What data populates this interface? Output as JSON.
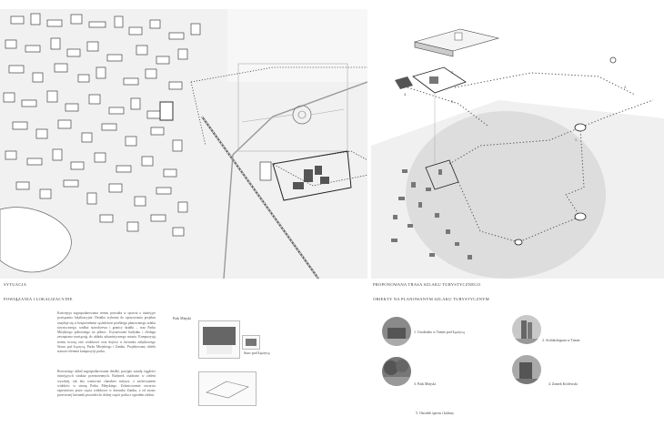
{
  "left_map": {
    "caption": "SYTUACJA"
  },
  "right_map": {
    "caption": "PROPONOWANA TRASA SZLAKU TURYSTYCZNEGO",
    "labels": [
      "1.",
      "2.",
      "3.",
      "4.",
      "5."
    ]
  },
  "connections": {
    "heading": "POWIĄZANIA I LOKALIZACYJNE",
    "paragraph1": "Koncepcja zagospodarowania terenu powstała w oparciu o istniejące powiązania lokalizacyjne. Działka wybrana do opracowania projektu znajduje się w bezpośrednim sąsiedztwie przebiegu planowanego szlaku turystycznego, wzdłuż starodrzewu i granicy działki – oraz Parku Miejskiego położonego na północ. Usytuowanie budynku i obsługa zewnętrzna nawiązują do układu urbanistycznego miasta. Kompozycję terenu tworzą osie widokowe oraz dojścia w kierunku zabytkowego Stawu pod Łęczycą, Parku Miejskiego i Zamku. Projektowany obiekt stanowi element kompozycji parku.",
    "paragraph2": "Rozważając układ zagospodarowania działki, przyjęto zasadę ciągłości istniejących struktur przestrzennych. Budynek osadzono w zieleni wysokiej, tak aby wzmocnić charakter miejsca, z zachowaniem widoków w stronę Parku Miejskiego. Zróżnicowanie otwarcia zapewniono przez cięcia widokowe w kierunku Zamku, a od strony przeciwnej kierunek prowadzi do dolnej części parku z ogrodem zieleni.",
    "thumb_labels": {
      "park": "Park Miejski",
      "pond": "Staw pod Łęczycą"
    }
  },
  "route": {
    "heading": "OBIEKTY NA PLANOWANYM SZLAKU TURYSTYCZNYM",
    "items": [
      {
        "num": "1.",
        "label": "Grodzisko w Tumie pod Łęczycą"
      },
      {
        "num": "2.",
        "label": "Archikolegiata w Tumie"
      },
      {
        "num": "3.",
        "label": "Park Miejski"
      },
      {
        "num": "4.",
        "label": "Zamek Królewski"
      },
      {
        "num": "5.",
        "label": "Ośrodek sportu i kultury"
      }
    ]
  },
  "colors": {
    "background": "#ffffff",
    "map_ground": "#efefef",
    "buildings": "#4a4a4a",
    "circle_area": "#d9d9d9",
    "route_dots": "#555555"
  }
}
